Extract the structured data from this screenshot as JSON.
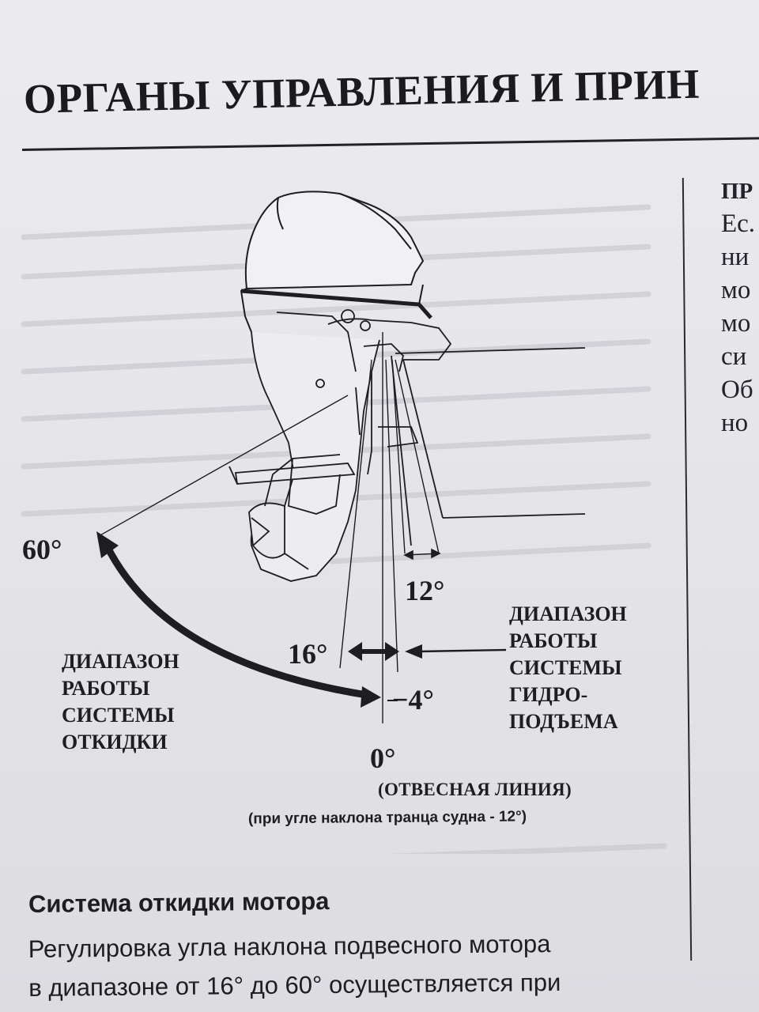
{
  "page": {
    "title": "ОРГАНЫ УПРАВЛЕНИЯ И ПРИН"
  },
  "side_column": {
    "heading": "ПР",
    "lines": [
      "Ес.",
      "ни",
      "мо",
      "мо",
      "си",
      "Об",
      "но"
    ]
  },
  "figure": {
    "labels": {
      "tilt_max": "60°",
      "transom_angle": "12°",
      "trim_up": "16°",
      "trim_down": "−4°",
      "vertical": "0°"
    },
    "tilt_range_label": [
      "ДИАПАЗОН",
      "РАБОТЫ",
      "СИСТЕМЫ",
      "ОТКИДКИ"
    ],
    "trim_range_label": [
      "ДИАПАЗОН",
      "РАБОТЫ",
      "СИСТЕМЫ",
      "ГИДРО-",
      "ПОДЪЕМА"
    ],
    "plumb_line_label": "(ОТВЕСНАЯ ЛИНИЯ)",
    "transom_note": "(при угле наклона транца судна - 12°)"
  },
  "section": {
    "heading": "Система откидки мотора",
    "body_lines": [
      "Регулировка угла наклона подвесного мотора",
      "в диапазоне от 16° до 60° осуществляется при"
    ]
  }
}
